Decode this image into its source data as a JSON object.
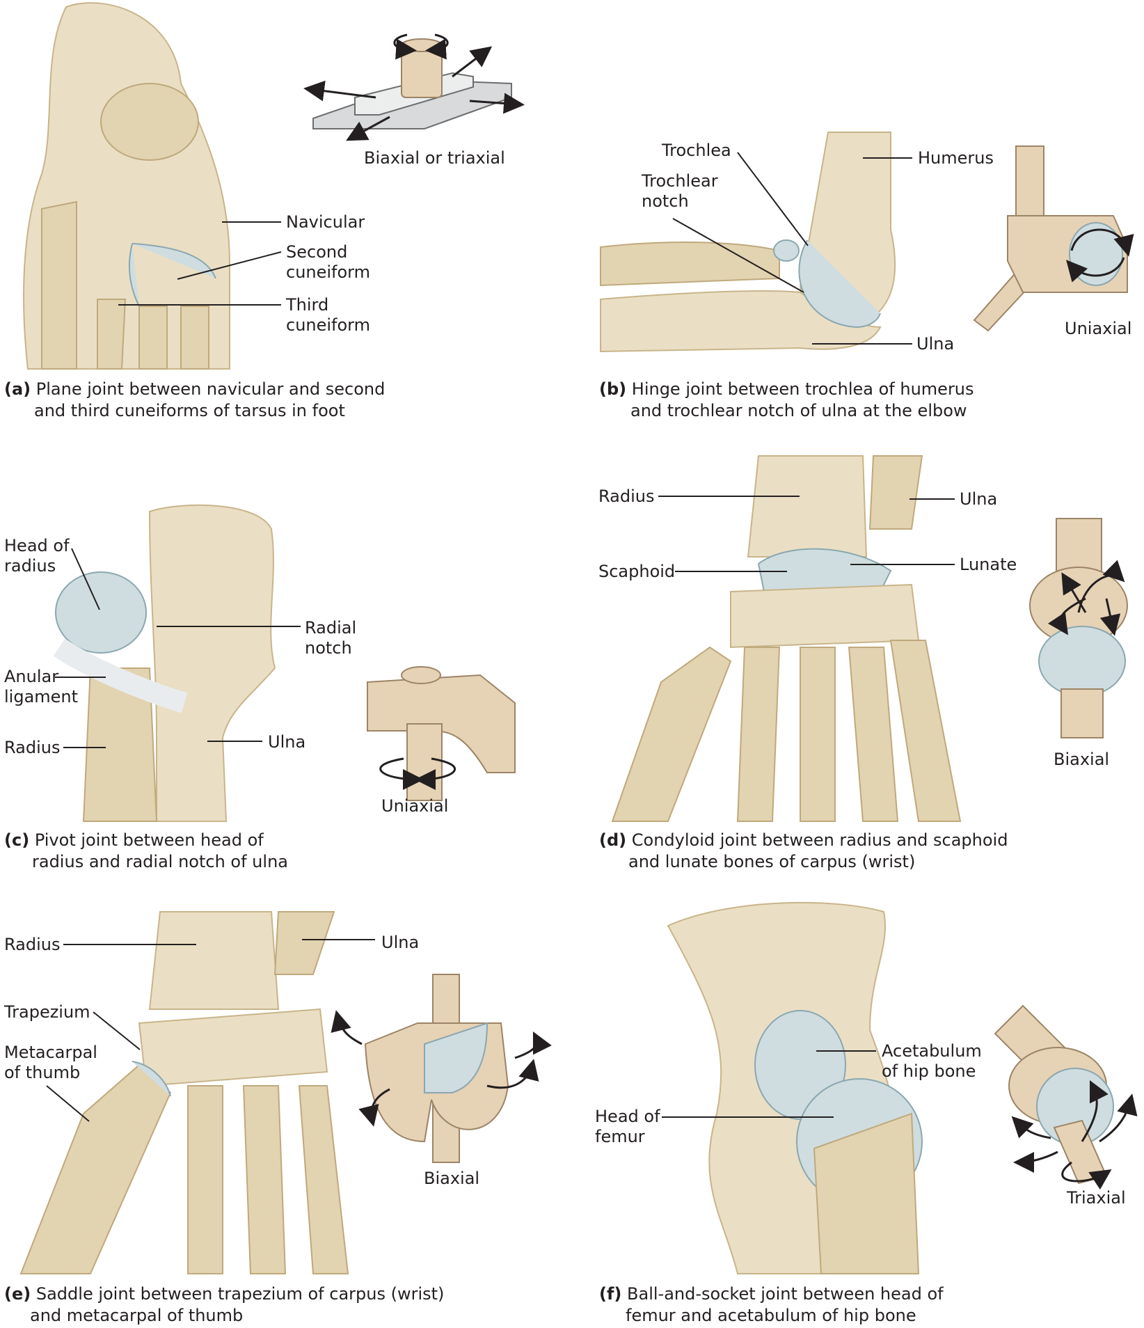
{
  "panels": {
    "a": {
      "caption_letter": "(a)",
      "caption_line1": "Plane joint between navicular and second",
      "caption_line2": "and third cuneiforms of tarsus in foot",
      "model_label": "Biaxial or triaxial",
      "labels": {
        "navicular": "Navicular",
        "second_cuneiform_1": "Second",
        "second_cuneiform_2": "cuneiform",
        "third_cuneiform_1": "Third",
        "third_cuneiform_2": "cuneiform"
      }
    },
    "b": {
      "caption_letter": "(b)",
      "caption_line1": "Hinge joint between trochlea of humerus",
      "caption_line2": "and trochlear notch of ulna at the elbow",
      "model_label": "Uniaxial",
      "labels": {
        "trochlea": "Trochlea",
        "trochlear_notch_1": "Trochlear",
        "trochlear_notch_2": "notch",
        "humerus": "Humerus",
        "ulna": "Ulna"
      }
    },
    "c": {
      "caption_letter": "(c)",
      "caption_line1": "Pivot joint between head of",
      "caption_line2": "radius and radial notch of ulna",
      "model_label": "Uniaxial",
      "labels": {
        "head_of_radius_1": "Head of",
        "head_of_radius_2": "radius",
        "radial_notch_1": "Radial",
        "radial_notch_2": "notch",
        "anular_1": "Anular",
        "anular_2": "ligament",
        "radius": "Radius",
        "ulna": "Ulna"
      }
    },
    "d": {
      "caption_letter": "(d)",
      "caption_line1": "Condyloid joint between radius and scaphoid",
      "caption_line2": "and lunate bones of carpus (wrist)",
      "model_label": "Biaxial",
      "labels": {
        "radius": "Radius",
        "ulna": "Ulna",
        "scaphoid": "Scaphoid",
        "lunate": "Lunate"
      }
    },
    "e": {
      "caption_letter": "(e)",
      "caption_line1": "Saddle joint between trapezium of carpus (wrist)",
      "caption_line2": "and metacarpal of thumb",
      "model_label": "Biaxial",
      "labels": {
        "radius": "Radius",
        "ulna": "Ulna",
        "trapezium": "Trapezium",
        "metacarpal_1": "Metacarpal",
        "metacarpal_2": "of thumb"
      }
    },
    "f": {
      "caption_letter": "(f)",
      "caption_line1": "Ball-and-socket joint between head of",
      "caption_line2": "femur and acetabulum of hip bone",
      "model_label": "Triaxial",
      "labels": {
        "acetabulum_1": "Acetabulum",
        "acetabulum_2": "of hip bone",
        "head_of_femur_1": "Head of",
        "head_of_femur_2": "femur"
      }
    }
  },
  "colors": {
    "bone": "#eadfc4",
    "cartilage": "#cfdde0",
    "model": "#e6d2b5",
    "text": "#231f20"
  }
}
